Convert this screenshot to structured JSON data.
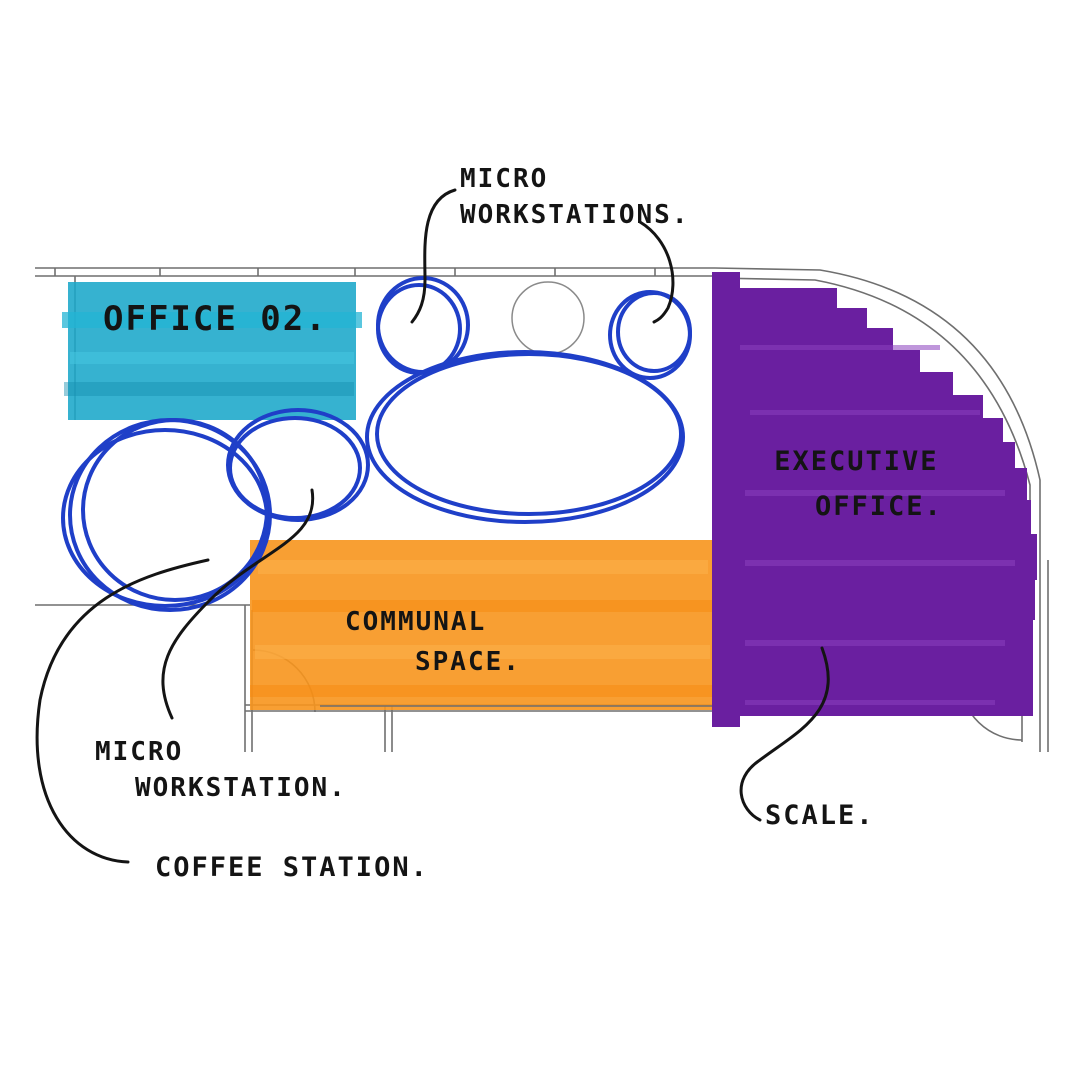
{
  "zones": {
    "office_02": {
      "label": "OFFICE 02."
    },
    "executive_office": {
      "line1": "EXECUTIVE",
      "line2": "OFFICE."
    },
    "communal_space": {
      "line1": "COMMUNAL",
      "line2": "SPACE."
    }
  },
  "annotations": {
    "micro_workstations": {
      "line1": "MICRO",
      "line2": "WORKSTATIONS."
    },
    "micro_workstation": {
      "line1": "MICRO",
      "line2": "WORKSTATION."
    },
    "coffee_station": {
      "label": "COFFEE STATION."
    },
    "scale": {
      "label": "SCALE."
    }
  },
  "colors": {
    "office_02": "#1aa7c9",
    "executive_office": "#6a1fa0",
    "communal_space": "#f7951d",
    "workstation_outline": "#1f3fc8",
    "ink": "#141414",
    "plan_lines": "#6f6f6f"
  }
}
